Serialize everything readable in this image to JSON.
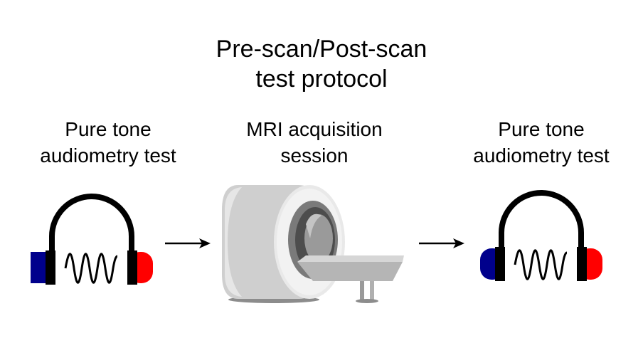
{
  "title": {
    "line1": "Pre-scan/Post-scan",
    "line2": "test protocol"
  },
  "steps": [
    {
      "line1": "Pure tone",
      "line2": "audiometry test",
      "icon": "headphones-icon"
    },
    {
      "line1": "MRI acquisition",
      "line2": "session",
      "icon": "mri-scanner-icon"
    },
    {
      "line1": "Pure tone",
      "line2": "audiometry test",
      "icon": "headphones-icon"
    }
  ],
  "colors": {
    "left_earcup": "#00008c",
    "right_earcup": "#ff0000",
    "headband": "#000000",
    "scanner_body": "#d9d9d9",
    "scanner_bore": "#6e6e6e"
  }
}
